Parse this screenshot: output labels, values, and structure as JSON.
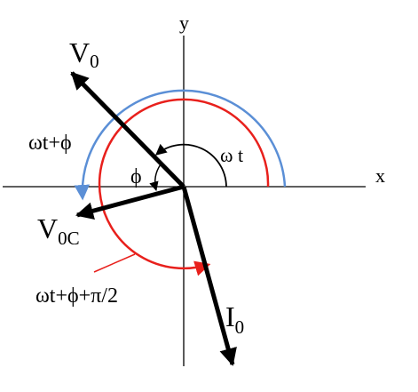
{
  "axes": {
    "x_label": "x",
    "y_label": "y"
  },
  "vectors": {
    "v0": {
      "main": "V",
      "sub": "0"
    },
    "v0c": {
      "main": "V",
      "sub": "0C"
    },
    "i0": {
      "main": "I",
      "sub": "0"
    }
  },
  "angle_labels": {
    "omega_t": "ω t",
    "phi": "ϕ",
    "omega_t_phi": "ωt+ϕ",
    "omega_t_phi_pi2": "ωt+ϕ+π/2"
  },
  "colors": {
    "axis": "#000000",
    "vector": "#000000",
    "arc_blue": "#5b8fd6",
    "arc_red": "#e8201c",
    "leader_red": "#e8201c"
  }
}
